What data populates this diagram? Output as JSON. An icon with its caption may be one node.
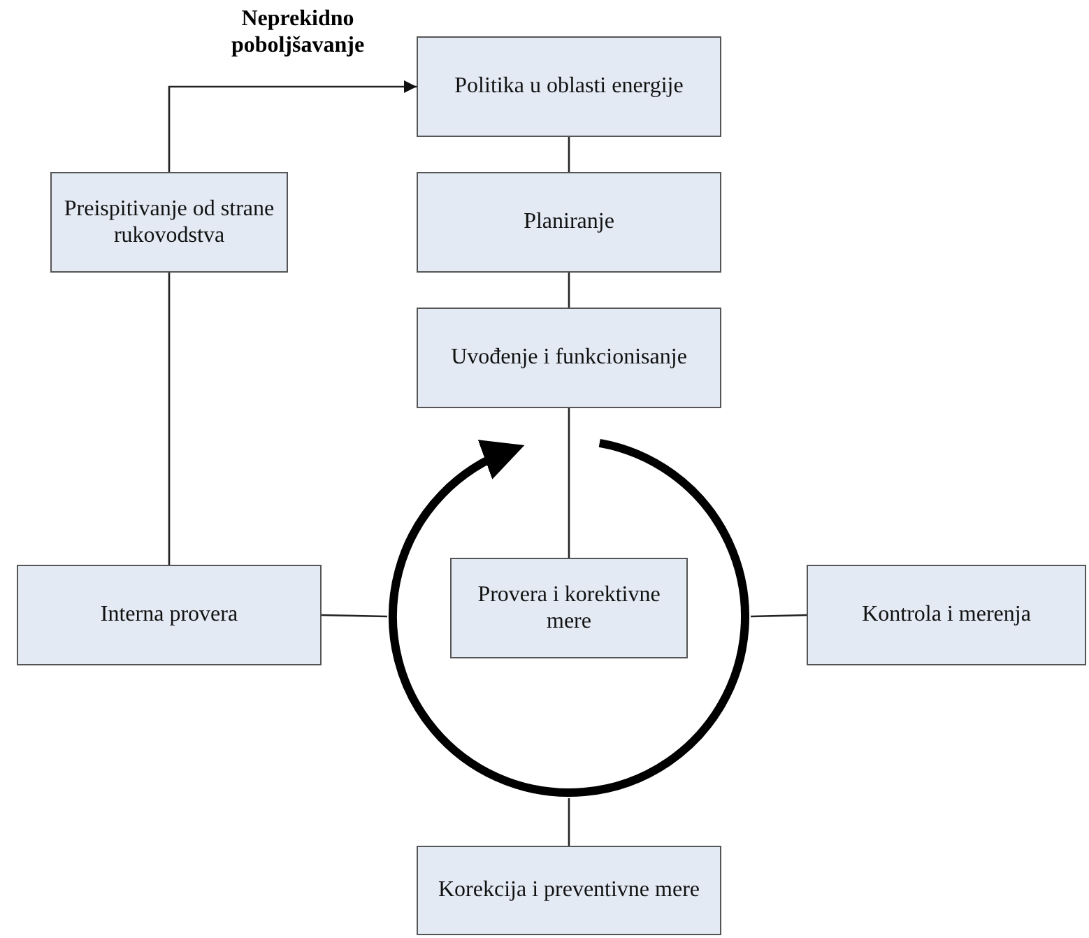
{
  "diagram": {
    "nodes": [
      {
        "text": [
          "Preispitivanje od strane rukovodstva"
        ]
      },
      {
        "text": [
          "Politika u oblasti energije"
        ]
      },
      {
        "text": [
          "Planiranje"
        ]
      },
      {
        "text": [
          "Uvođenje i funkcionisanje"
        ]
      },
      {
        "text": [
          "Interna provera"
        ]
      },
      {
        "text": [],
        "shape": "circle"
      },
      {
        "text": [
          "Provera i korektivne mere"
        ],
        "in": 5
      },
      {
        "text": [
          "Kontrola i merenja"
        ]
      },
      {
        "text": [
          "Korekcija i preventivne mere"
        ]
      }
    ],
    "edges": [
      {
        "from": 0,
        "to": 1,
        "arrow": "to",
        "label": "Neprekidno poboljšavanje"
      },
      {
        "from": 1,
        "to": 2,
        "arrow": "none"
      },
      {
        "from": 2,
        "to": 3,
        "arrow": "none"
      },
      {
        "from": 3,
        "to": 6,
        "arrow": "none"
      },
      {
        "from": 4,
        "to": 0,
        "arrow": "none"
      },
      {
        "from": 4,
        "to": 5,
        "arrow": "none"
      },
      {
        "from": 7,
        "to": 5,
        "arrow": "none"
      },
      {
        "from": 8,
        "to": 5,
        "arrow": "none"
      }
    ]
  }
}
